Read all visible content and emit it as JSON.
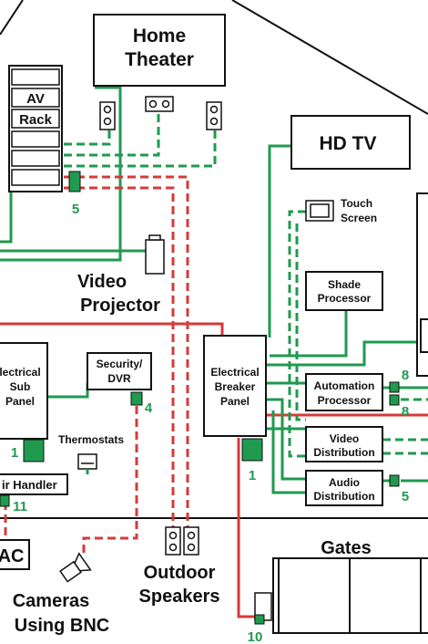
{
  "labels": {
    "home_theater_1": "Home",
    "home_theater_2": "Theater",
    "av_rack_1": "AV",
    "av_rack_2": "Rack",
    "hd_tv": "HD TV",
    "touch_screen_1": "Touch",
    "touch_screen_2": "Screen",
    "video_projector_1": "Video",
    "video_projector_2": "Projector",
    "shade_processor_1": "Shade",
    "shade_processor_2": "Processor",
    "electrical_sub_panel_1": "lectrical",
    "electrical_sub_panel_2": "Sub",
    "electrical_sub_panel_3": "Panel",
    "security_dvr_1": "Security/",
    "security_dvr_2": "DVR",
    "electrical_breaker_panel_1": "Electrical",
    "electrical_breaker_panel_2": "Breaker",
    "electrical_breaker_panel_3": "Panel",
    "automation_processor_1": "Automation",
    "automation_processor_2": "Processor",
    "thermostats": "Thermostats",
    "video_distribution_1": "Video",
    "video_distribution_2": "Distribution",
    "air_handler": "ir Handler",
    "audio_distribution_1": "Audio",
    "audio_distribution_2": "Distribution",
    "ac": "AC",
    "gates": "Gates",
    "outdoor_speakers_1": "Outdoor",
    "outdoor_speakers_2": "Speakers",
    "cameras_1": "Cameras",
    "cameras_2": "Using BNC"
  },
  "numbers": {
    "av_rack_port": "5",
    "security_port": "4",
    "sub_panel_port": "1",
    "breaker_port": "1",
    "automation_port_a": "8",
    "automation_port_b": "8",
    "audio_port": "5",
    "air_handler_port": "11",
    "gates_port": "10"
  },
  "colors": {
    "green": "#1f9a4f",
    "red": "#d63a3a",
    "outline": "#111111"
  }
}
